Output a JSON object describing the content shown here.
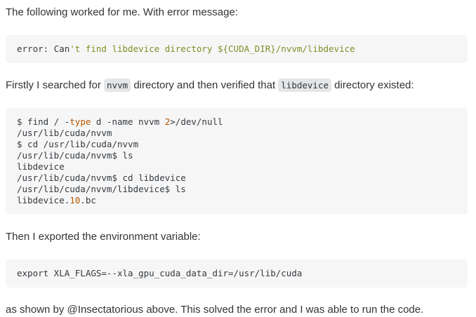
{
  "colors": {
    "page_background": "#ffffff",
    "body_text": "#333333",
    "code_text": "#343a40",
    "code_block_background": "#f6f6f6",
    "inline_code_background": "#e4e6e8",
    "syntax_string_green": "#7d9029",
    "syntax_number_orange": "#b75501"
  },
  "paragraphs": {
    "intro": "The following worked for me. With error message:",
    "search_part1": "Firstly I searched for ",
    "search_code1": "nvvm",
    "search_part2": " directory and then verified that ",
    "search_code2": "libdevice",
    "search_part3": " directory existed:",
    "export_intro": "Then I exported the environment variable:",
    "closing": "as shown by @Insectatorious above. This solved the error and I was able to run the code."
  },
  "error_block": {
    "plain": "error: Can",
    "string": "'t find libdevice directory ${CUDA_DIR}/nvvm/libdevice"
  },
  "terminal_block": {
    "line1_pre": "$ find / -",
    "line1_keyword": "type",
    "line1_mid": " d -name nvvm ",
    "line1_number": "2",
    "line1_post": ">/dev/null",
    "line2": "/usr/lib/cuda/nvvm",
    "line3": "$ cd /usr/lib/cuda/nvvm",
    "line4": "/usr/lib/cuda/nvvm$ ls",
    "line5": "libdevice",
    "line6": "/usr/lib/cuda/nvvm$ cd libdevice",
    "line7": "/usr/lib/cuda/nvvm/libdevice$ ls",
    "line8_pre": "libdevice.",
    "line8_number": "10",
    "line8_post": ".bc"
  },
  "export_block": {
    "line": "export XLA_FLAGS=--xla_gpu_cuda_data_dir=/usr/lib/cuda"
  }
}
